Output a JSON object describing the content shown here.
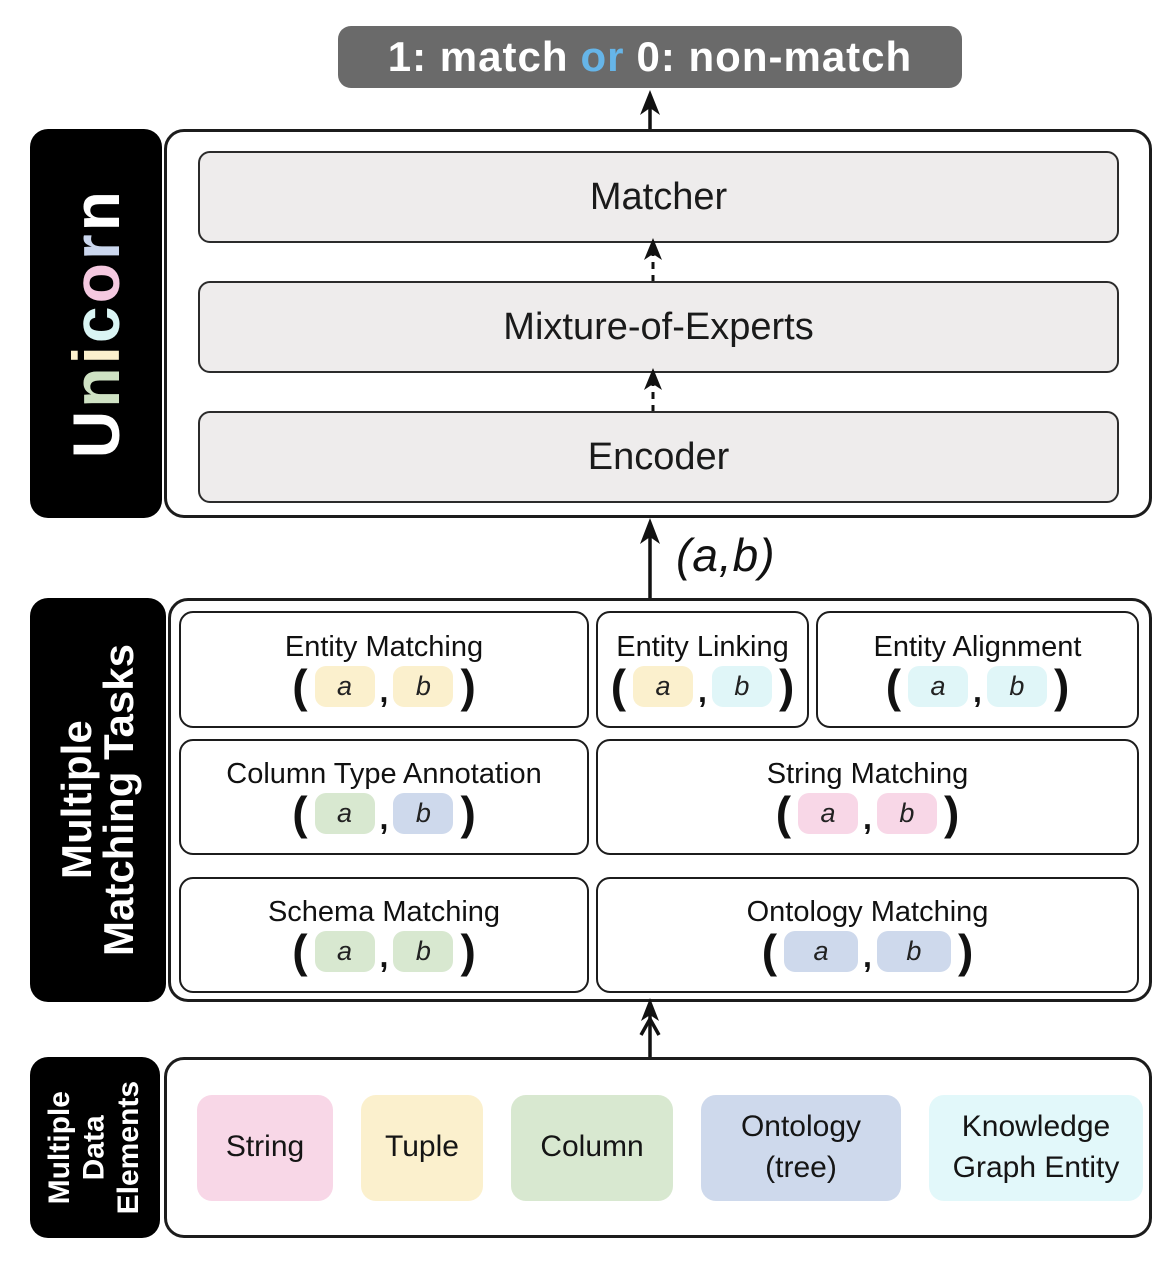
{
  "output_badge": {
    "part1": "1: match",
    "or": "or",
    "part2": "0: non-match",
    "bg": "#6a6a6a",
    "or_color": "#66b5e8"
  },
  "unicorn": {
    "word": "Unicorn",
    "letters": [
      {
        "char": "U",
        "color": "#ffffff"
      },
      {
        "char": "n",
        "color": "#cfe2c4"
      },
      {
        "char": "i",
        "color": "#fbf0cd"
      },
      {
        "char": "c",
        "color": "#daf5f4"
      },
      {
        "char": "o",
        "color": "#f5c9e0"
      },
      {
        "char": "r",
        "color": "#cbd7ee"
      },
      {
        "char": "n",
        "color": "#ffffff"
      }
    ],
    "layers": [
      {
        "label": "Matcher"
      },
      {
        "label": "Mixture-of-Experts"
      },
      {
        "label": "Encoder"
      }
    ]
  },
  "input_pair_label": "(a,b)",
  "tasks": {
    "section_label": "Multiple\nMatching Tasks",
    "pair_open": "(",
    "pair_comma": ",",
    "pair_close": ")",
    "items": [
      {
        "title": "Entity Matching",
        "a": "a",
        "b": "b",
        "a_color": "#fbf0cd",
        "b_color": "#fbf0cd"
      },
      {
        "title": "Entity Linking",
        "a": "a",
        "b": "b",
        "a_color": "#fbf0cd",
        "b_color": "#e0f6f8"
      },
      {
        "title": "Entity Alignment",
        "a": "a",
        "b": "b",
        "a_color": "#e0f6f8",
        "b_color": "#e0f6f8"
      },
      {
        "title": "Column Type Annotation",
        "a": "a",
        "b": "b",
        "a_color": "#d8e8d0",
        "b_color": "#ced9ec"
      },
      {
        "title": "String Matching",
        "a": "a",
        "b": "b",
        "a_color": "#f8d7e7",
        "b_color": "#f8d7e7"
      },
      {
        "title": "Schema Matching",
        "a": "a",
        "b": "b",
        "a_color": "#d8e8d0",
        "b_color": "#d8e8d0"
      },
      {
        "title": "Ontology Matching",
        "a": "a",
        "b": "b",
        "a_color": "#ced9ec",
        "b_color": "#ced9ec"
      }
    ]
  },
  "data_elements": {
    "section_label": "Multiple\nData\nElements",
    "items": [
      {
        "label": "String",
        "color": "#f8d7e7"
      },
      {
        "label": "Tuple",
        "color": "#fbf0cd"
      },
      {
        "label": "Column",
        "color": "#d8e8d0"
      },
      {
        "label": "Ontology (tree)",
        "color": "#ced9ec"
      },
      {
        "label": "Knowledge Graph Entity",
        "color": "#e2f8fa"
      }
    ]
  }
}
